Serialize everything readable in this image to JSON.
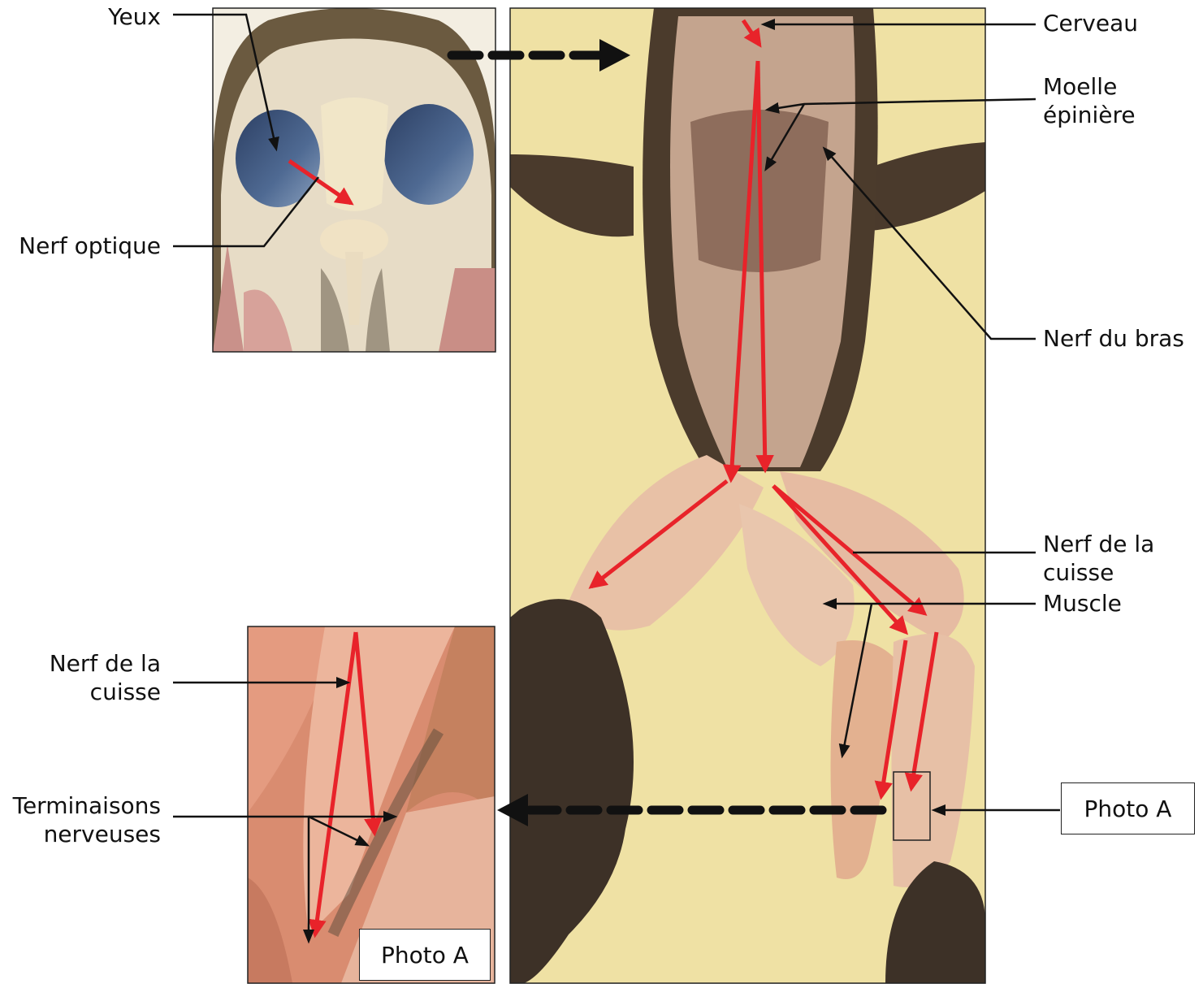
{
  "labels": {
    "yeux": "Yeux",
    "nerf_optique": "Nerf optique",
    "cerveau": "Cerveau",
    "moelle_line1": "Moelle",
    "moelle_line2": "épinière",
    "nerf_bras": "Nerf du bras",
    "nerf_cuisse_line1": "Nerf de la",
    "nerf_cuisse_line2": "cuisse",
    "muscle": "Muscle",
    "photo_a": "Photo A",
    "left_nerf_cuisse_line1": "Nerf de la",
    "left_nerf_cuisse_line2": "cuisse",
    "terminaisons_line1": "Terminaisons",
    "terminaisons_line2": "nerveuses",
    "inset_photo_a": "Photo A"
  },
  "colors": {
    "nerve_arrow": "#e8232a",
    "background_yellow": "#efe1a4",
    "frog_skin": "#4a3a2c",
    "flesh": "#e6bba2"
  }
}
